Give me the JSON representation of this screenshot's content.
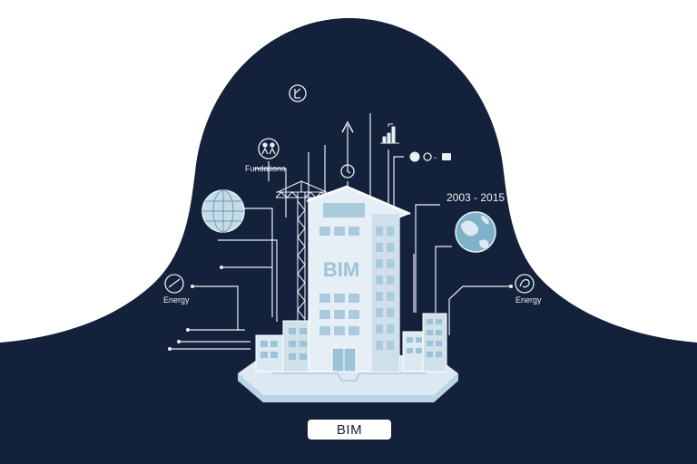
{
  "colors": {
    "background": "#ffffff",
    "panel": "#14213a",
    "line": "#e8eef5",
    "building": "#dce9f2",
    "glass": "#b9d6e6",
    "platform": "#cfe4ee",
    "accent": "#8fc0d6"
  },
  "diagram": {
    "building_sign": "BIM",
    "year_range": "2003 - 2015",
    "left_label_upper": "Fundations",
    "left_label_lower": "Energy",
    "right_label": "Energy",
    "status_icon_text": "O - ="
  },
  "footer": {
    "label": "BIM"
  },
  "icons": [
    "letter-icon",
    "people-icon",
    "arrow-up-icon",
    "bar-chart-icon",
    "clock-icon",
    "toggle-icon",
    "globe-grid-icon",
    "earth-globe-icon",
    "gauge-icon",
    "energy-icon",
    "crane-icon",
    "building-icon"
  ]
}
